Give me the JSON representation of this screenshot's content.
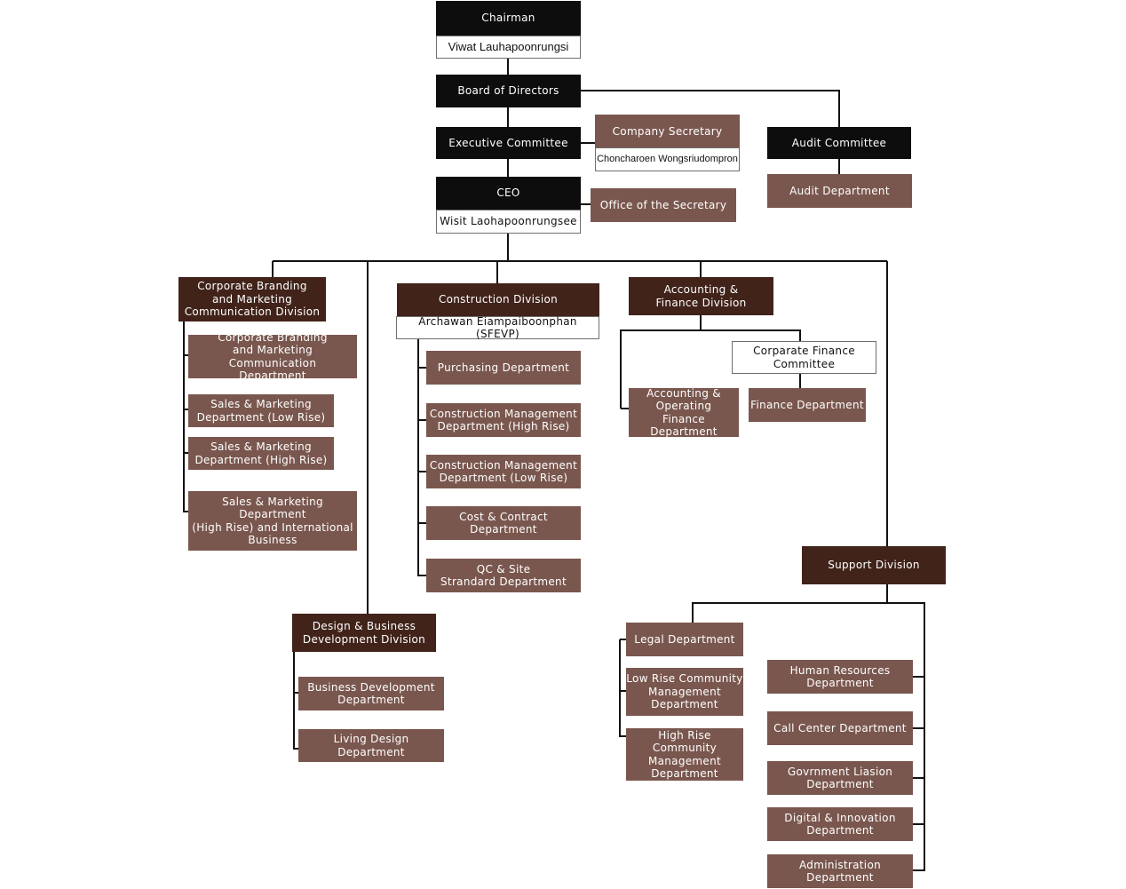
{
  "chairman": {
    "title": "Chairman",
    "name": "Viwat Lauhapoonrungsi"
  },
  "board": "Board of Directors",
  "executive_committee": "Executive Committee",
  "company_secretary": {
    "title": "Company Secretary",
    "name": "Choncharoen Wongsriudompron"
  },
  "audit_committee": "Audit Committee",
  "audit_department": "Audit Department",
  "ceo": {
    "title": "CEO",
    "name": "Wisit Laohapoonrungsee"
  },
  "office_secretary": "Office of the Secretary",
  "branding_division": {
    "title": "Corporate Branding\nand Marketing\nCommunication Division",
    "departments": [
      "Corporate Branding\nand Marketing Communication\nDepartment",
      "Sales & Marketing\nDepartment (Low Rise)",
      "Sales & Marketing\nDepartment (High Rise)",
      "Sales & Marketing Department\n(High Rise) and International\nBusiness"
    ]
  },
  "construction_division": {
    "title": "Construction Division",
    "head": "Archawan Eiampaiboonphan (SFEVP)",
    "departments": [
      "Purchasing Department",
      "Construction Management\nDepartment (High Rise)",
      "Construction Management\nDepartment (Low Rise)",
      "Cost & Contract\nDepartment",
      "QC & Site\nStrandard Department"
    ]
  },
  "finance_division": {
    "title": "Accounting &\nFinance Division",
    "committee": "Corparate Finance\nCommittee",
    "accounting_department": "Accounting &\nOperating\nFinance Department",
    "finance_department": "Finance Department"
  },
  "design_division": {
    "title": "Design & Business\nDevelopment Division",
    "departments": [
      "Business Development\nDepartment",
      "Living Design Department"
    ]
  },
  "support_division": {
    "title": "Support Division",
    "left_departments": [
      "Legal Department",
      "Low Rise Community\nManagement\nDepartment",
      "High Rise Community\nManagement\nDepartment"
    ],
    "right_departments": [
      "Human Resources\nDepartment",
      "Call Center Department",
      "Govrnment Liasion\nDepartment",
      "Digital & Innovation\nDepartment",
      "Administration\nDepartment"
    ]
  },
  "colors": {
    "black": "#0d0d0d",
    "dark_brown": "#41231a",
    "brown": "#7a574e",
    "line": "#111111"
  }
}
